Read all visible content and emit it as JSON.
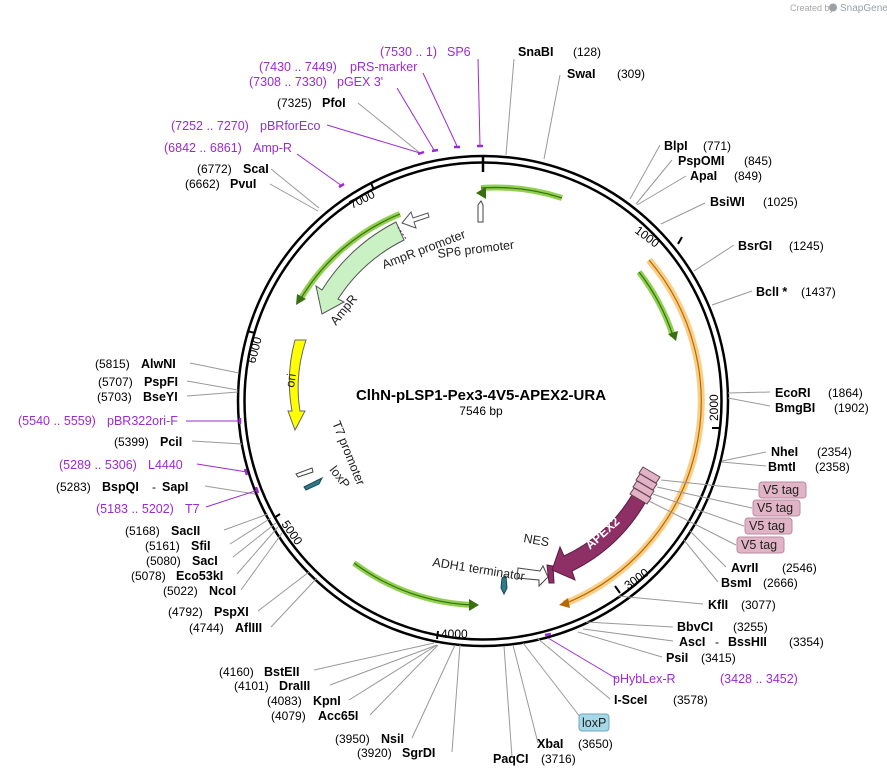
{
  "watermark": {
    "prefix": "Created by",
    "brand": "SnapGene"
  },
  "plasmid": {
    "name": "ClhN-pLSP1-Pex3-4V5-APEX2-URA",
    "size": "7546 bp"
  },
  "ticks": [
    "1000",
    "2000",
    "3000",
    "4000",
    "5000",
    "6000",
    "7000"
  ],
  "enzymes": {
    "snabi": {
      "name": "SnaBI",
      "pos": "(128)"
    },
    "swai": {
      "name": "SwaI",
      "pos": "(309)"
    },
    "blpi": {
      "name": "BlpI",
      "pos": "(771)"
    },
    "psppomi": {
      "name": "PspOMI",
      "pos": "(845)"
    },
    "apai": {
      "name": "ApaI",
      "pos": "(849)"
    },
    "bsiwi": {
      "name": "BsiWI",
      "pos": "(1025)"
    },
    "bsrgi": {
      "name": "BsrGI",
      "pos": "(1245)"
    },
    "bcli": {
      "name": "BclI *",
      "pos": "(1437)"
    },
    "ecori": {
      "name": "EcoRI",
      "pos": "(1864)"
    },
    "bmgbi": {
      "name": "BmgBI",
      "pos": "(1902)"
    },
    "nhei": {
      "name": "NheI",
      "pos": "(2354)"
    },
    "bmti": {
      "name": "BmtI",
      "pos": "(2358)"
    },
    "avrii": {
      "name": "AvrII",
      "pos": "(2546)"
    },
    "bsmi": {
      "name": "BsmI",
      "pos": "(2666)"
    },
    "kfli": {
      "name": "KflI",
      "pos": "(3077)"
    },
    "bbvci": {
      "name": "BbvCI",
      "pos": "(3255)"
    },
    "asci": {
      "name": "AscI",
      "sep": "-",
      "name2": "BssHII",
      "pos": "(3354)"
    },
    "psii": {
      "name": "PsiI",
      "pos": "(3415)"
    },
    "iscei": {
      "name": "I-SceI",
      "pos": "(3578)"
    },
    "xbai": {
      "name": "XbaI",
      "pos": "(3650)"
    },
    "paqci": {
      "name": "PaqCI",
      "pos": "(3716)"
    },
    "sgrdi": {
      "name": "SgrDI",
      "pos": "(3920)"
    },
    "nsii": {
      "name": "NsiI",
      "pos": "(3950)"
    },
    "acc65i": {
      "name": "Acc65I",
      "pos": "(4079)"
    },
    "kpni": {
      "name": "KpnI",
      "pos": "(4083)"
    },
    "draiii": {
      "name": "DraIII",
      "pos": "(4101)"
    },
    "bsteii": {
      "name": "BstEII",
      "pos": "(4160)"
    },
    "aflii": {
      "name": "AflIII",
      "pos": "(4744)"
    },
    "pspxi": {
      "name": "PspXI",
      "pos": "(4792)"
    },
    "ncoi": {
      "name": "NcoI",
      "pos": "(5022)"
    },
    "eco53ki": {
      "name": "Eco53kI",
      "pos": "(5078)"
    },
    "saci": {
      "name": "SacI",
      "pos": "(5080)"
    },
    "sfii": {
      "name": "SfiI",
      "pos": "(5161)"
    },
    "sacii": {
      "name": "SacII",
      "pos": "(5168)"
    },
    "bspqi": {
      "name": "BspQI",
      "sep": "-",
      "name2": "SapI",
      "pos": "(5283)"
    },
    "pcii": {
      "name": "PciI",
      "pos": "(5399)"
    },
    "bseyi": {
      "name": "BseYI",
      "pos": "(5703)"
    },
    "pspfi": {
      "name": "PspFI",
      "pos": "(5707)"
    },
    "alwni": {
      "name": "AlwNI",
      "pos": "(5815)"
    },
    "pvui": {
      "name": "PvuI",
      "pos": "(6662)"
    },
    "scai": {
      "name": "ScaI",
      "pos": "(6772)"
    },
    "pfoi": {
      "name": "PfoI",
      "pos": "(7325)"
    }
  },
  "primers": {
    "sp6": {
      "name": "SP6",
      "range": "(7530 .. 1)"
    },
    "prs": {
      "name": "pRS-marker",
      "range": "(7430 .. 7449)"
    },
    "pgex": {
      "name": "pGEX 3'",
      "range": "(7308 .. 7330)"
    },
    "pbrfor": {
      "name": "pBRforEco",
      "range": "(7252 .. 7270)"
    },
    "ampr": {
      "name": "Amp-R",
      "range": "(6842 .. 6861)"
    },
    "pbr322": {
      "name": "pBR322ori-F",
      "range": "(5540 .. 5559)"
    },
    "l4440": {
      "name": "L4440",
      "range": "(5289 .. 5306)"
    },
    "t7": {
      "name": "T7",
      "range": "(5183 .. 5202)"
    },
    "phyblex": {
      "name": "pHybLex-R",
      "range": "(3428 .. 3452)"
    }
  },
  "features": {
    "ampr_promoter": "AmpR promoter",
    "sp6_promoter": "SP6 promoter",
    "ampr": "AmpR",
    "ori": "ori",
    "t7_promoter": "T7 promoter",
    "loxp": "loxP",
    "adh1": "ADH1 terminator",
    "nes": "NES",
    "apex2": "APEX2",
    "v5tags": [
      "V5 tag",
      "V5 tag",
      "V5 tag",
      "V5 tag"
    ],
    "loxp_box": "loxP"
  },
  "colors": {
    "backbone": "#000000",
    "primer": "#9a2bd0",
    "green_feature": "#8fd14f",
    "orange_feature": "#f5a623",
    "apex2": "#8e2f66",
    "v5_fill": "#e0b4c4",
    "ori": "#ffff00",
    "loxp": "#a6d8e8"
  }
}
